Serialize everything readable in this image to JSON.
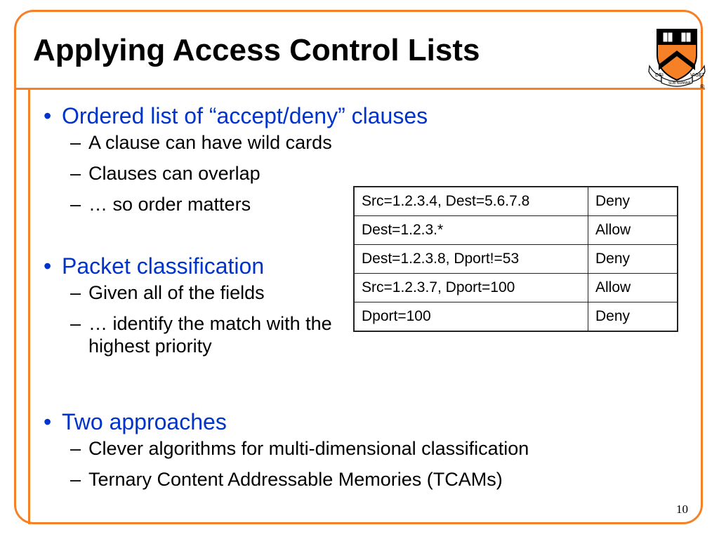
{
  "slide": {
    "title": "Applying Access Control Lists",
    "page_number": "10",
    "accent_color": "#f58025",
    "bullet_color": "#0033cc"
  },
  "logo": {
    "motto_left": "DEI",
    "motto_center": "SUB NUMINE",
    "motto_right": "VIGET",
    "registered": "®"
  },
  "bullets": [
    {
      "text": "Ordered list of “accept/deny” clauses",
      "subitems": [
        "A clause can have wild cards",
        "Clauses can overlap",
        "… so order matters"
      ]
    },
    {
      "text": "Packet classification",
      "subitems": [
        "Given all of the fields",
        "… identify the match with the highest priority"
      ]
    },
    {
      "text": "Two approaches",
      "subitems": [
        "Clever algorithms for multi-dimensional classification",
        "Ternary Content Addressable Memories (TCAMs)"
      ]
    }
  ],
  "acl_table": {
    "rows": [
      {
        "rule": "Src=1.2.3.4, Dest=5.6.7.8",
        "action": "Deny"
      },
      {
        "rule": "Dest=1.2.3.*",
        "action": "Allow"
      },
      {
        "rule": "Dest=1.2.3.8, Dport!=53",
        "action": "Deny"
      },
      {
        "rule": "Src=1.2.3.7, Dport=100",
        "action": "Allow"
      },
      {
        "rule": "Dport=100",
        "action": "Deny"
      }
    ]
  }
}
